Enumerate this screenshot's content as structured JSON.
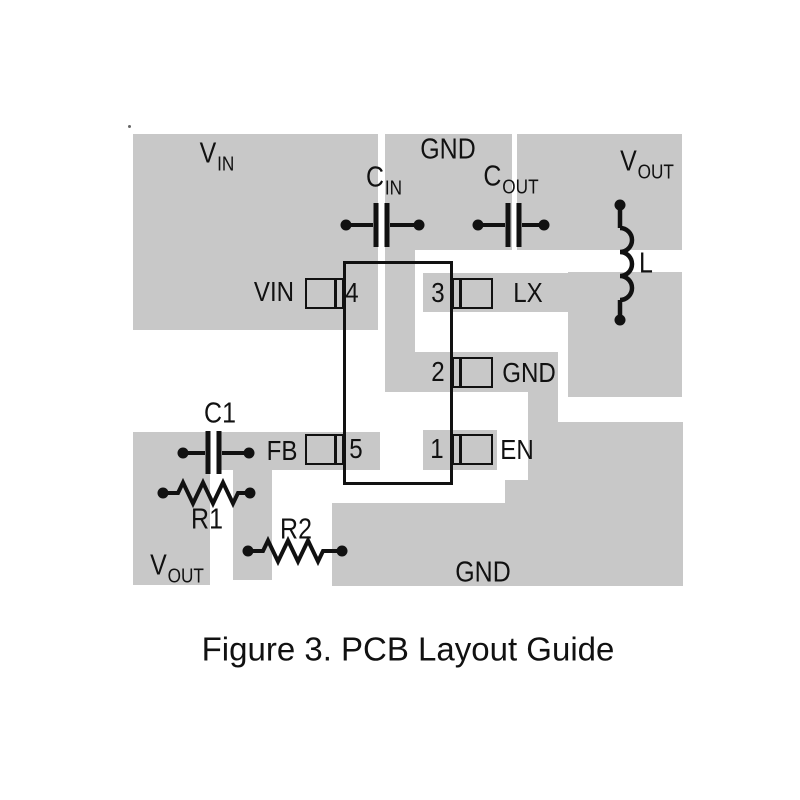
{
  "figure": {
    "caption": "Figure 3. PCB Layout Guide"
  },
  "colors": {
    "copper": "#c8c8c8",
    "ink": "#111111",
    "background": "#ffffff"
  },
  "pours": {
    "vin": {
      "label_main": "V",
      "label_sub": "IN"
    },
    "gnd_top": {
      "label": "GND"
    },
    "vout_top": {
      "label_main": "V",
      "label_sub": "OUT"
    },
    "vout_bottom": {
      "label_main": "V",
      "label_sub": "OUT"
    },
    "gnd_bottom": {
      "label": "GND"
    }
  },
  "components": {
    "cin": {
      "label_main": "C",
      "label_sub": "IN"
    },
    "cout": {
      "label_main": "C",
      "label_sub": "OUT"
    },
    "c1": {
      "label": "C1"
    },
    "r1": {
      "label": "R1"
    },
    "r2": {
      "label": "R2"
    },
    "l": {
      "label": "L"
    }
  },
  "ic": {
    "pins": [
      {
        "number": "4",
        "name": "VIN"
      },
      {
        "number": "3",
        "name": "LX"
      },
      {
        "number": "2",
        "name": "GND"
      },
      {
        "number": "5",
        "name": "FB"
      },
      {
        "number": "1",
        "name": "EN"
      }
    ]
  }
}
